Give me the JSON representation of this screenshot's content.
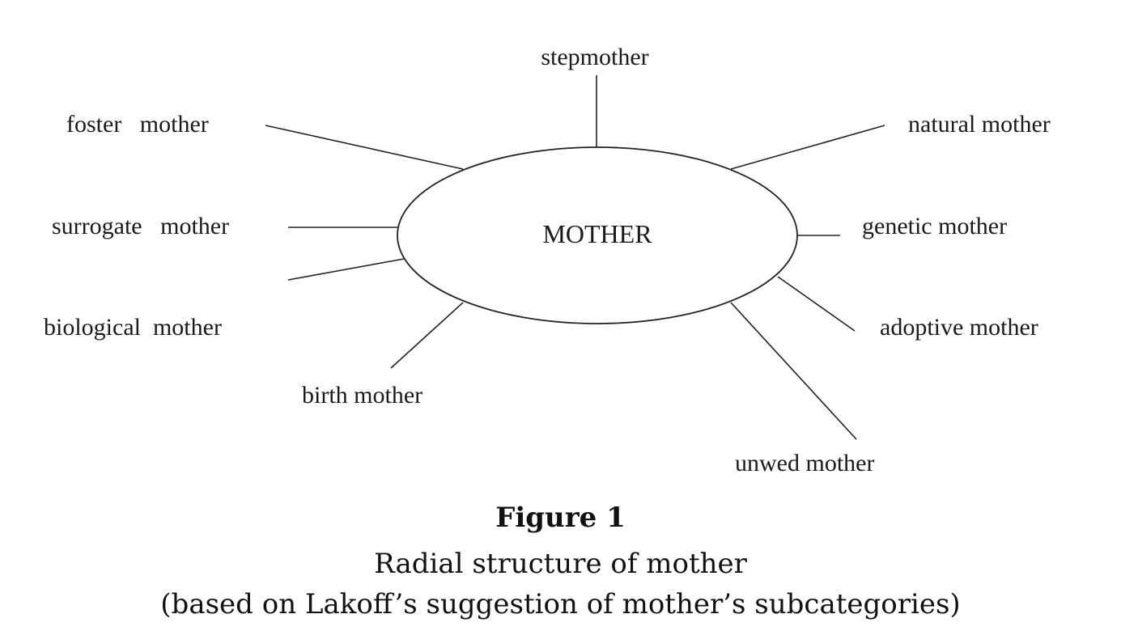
{
  "diagram": {
    "center": "MOTHER",
    "labels": {
      "stepmother": "stepmother",
      "foster": "foster   mother",
      "natural": "natural mother",
      "surrogate": "surrogate   mother",
      "genetic": "genetic mother",
      "biological": "biological  mother",
      "adoptive": "adoptive mother",
      "birth": "birth mother",
      "unwed": "unwed mother"
    }
  },
  "caption": {
    "title": "Figure 1",
    "line1": "Radial structure of mother",
    "line2": "(based on Lakoff’s suggestion of mother’s subcategories)"
  }
}
